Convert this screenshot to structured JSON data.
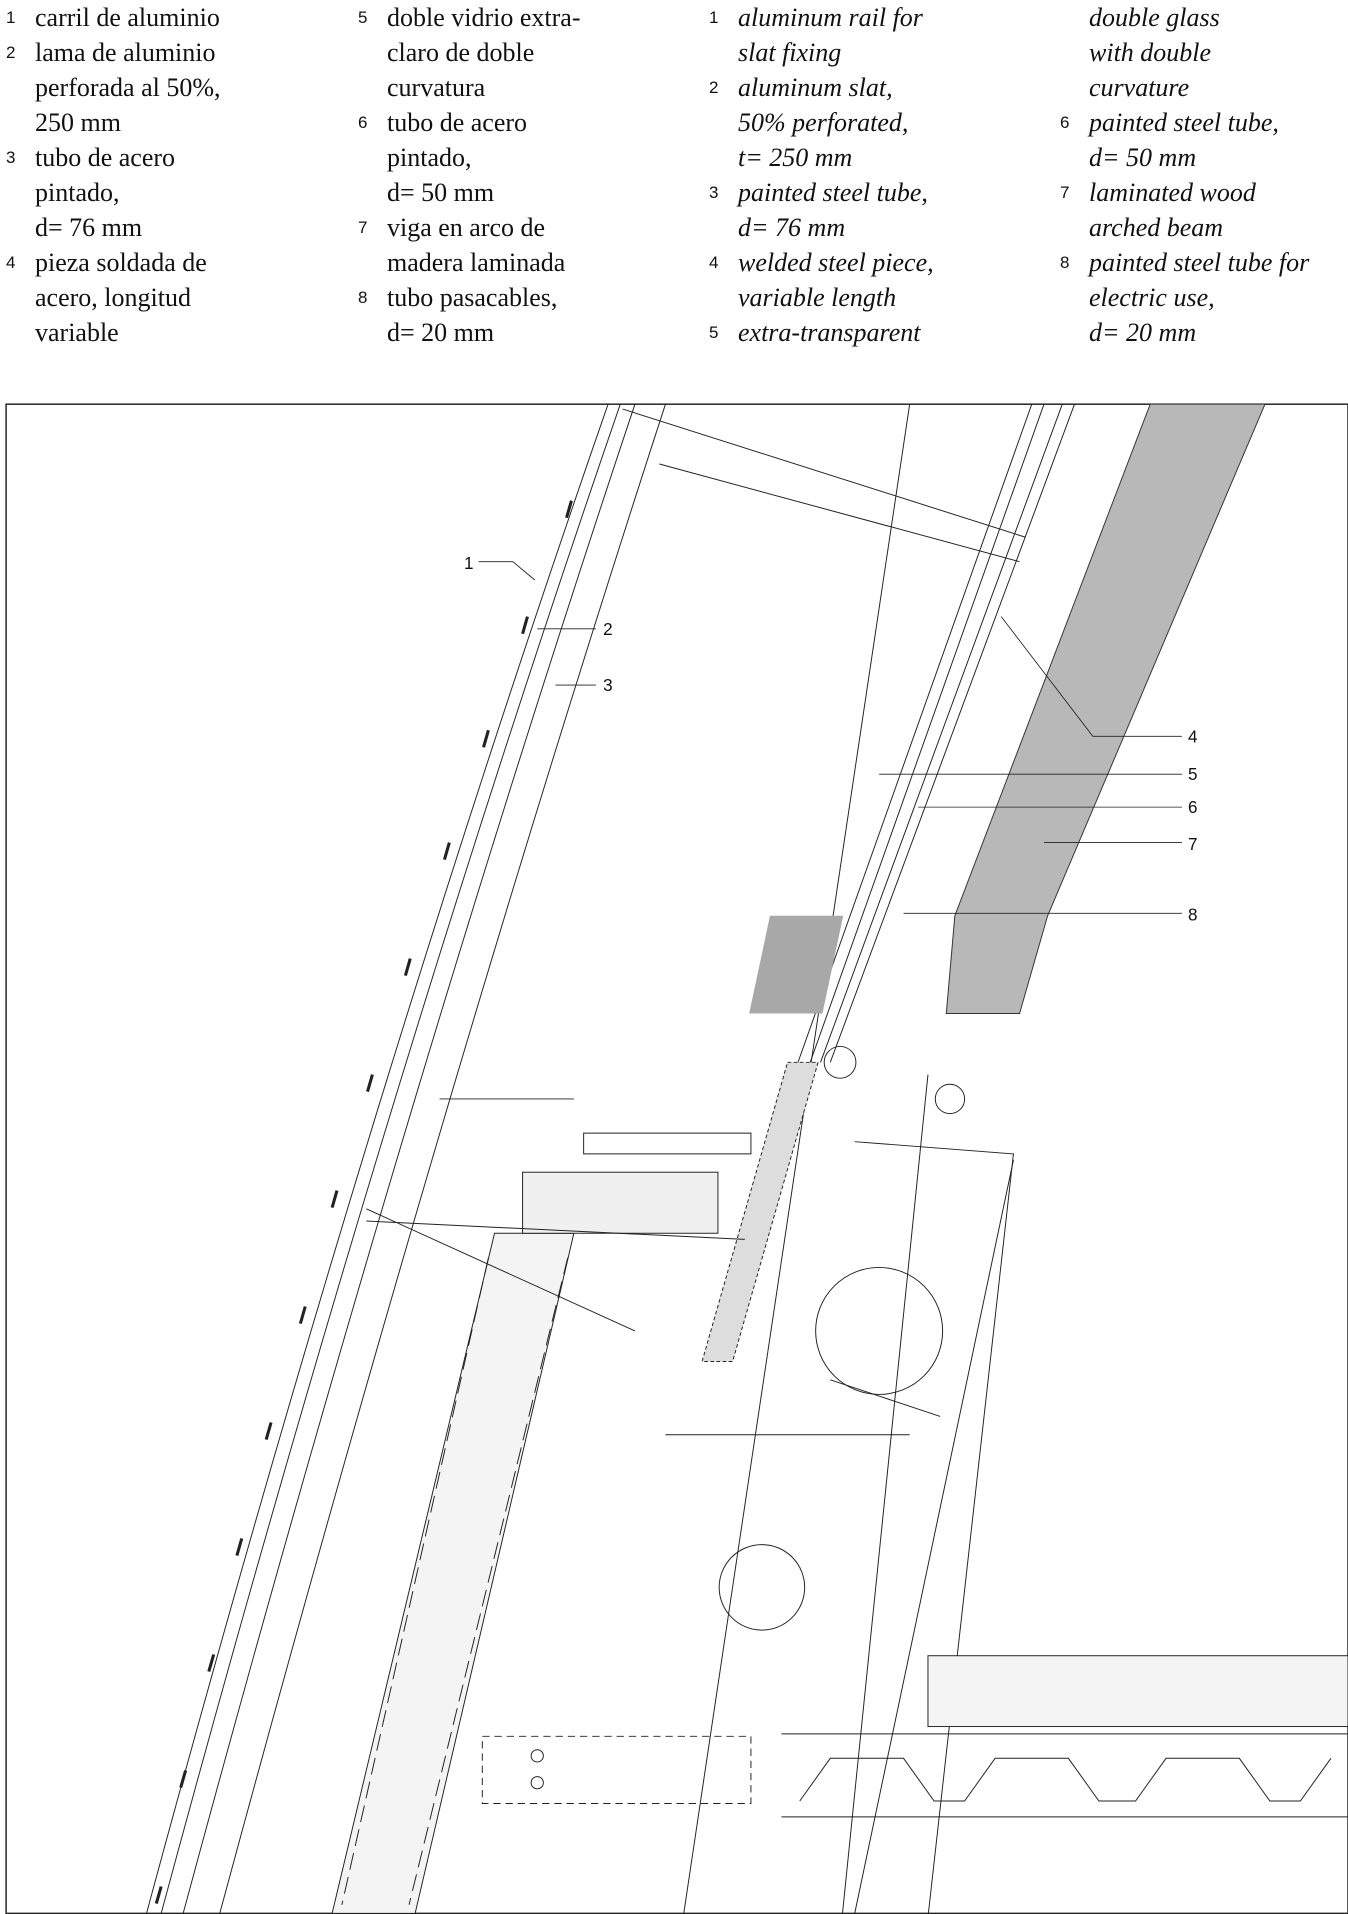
{
  "legend_es": [
    {
      "n": "1",
      "lines": [
        "carril de aluminio"
      ]
    },
    {
      "n": "2",
      "lines": [
        "lama de aluminio",
        "perforada al 50%,",
        "250 mm"
      ]
    },
    {
      "n": "3",
      "lines": [
        "tubo de acero",
        "pintado,",
        "d= 76 mm"
      ]
    },
    {
      "n": "4",
      "lines": [
        "pieza soldada de",
        "acero, longitud",
        "variable"
      ]
    },
    {
      "n": "5",
      "lines": [
        "doble vidrio extra-",
        "claro de doble",
        "curvatura"
      ]
    },
    {
      "n": "6",
      "lines": [
        "tubo de acero",
        "pintado,",
        "d= 50 mm"
      ]
    },
    {
      "n": "7",
      "lines": [
        "viga en arco de",
        "madera laminada"
      ]
    },
    {
      "n": "8",
      "lines": [
        "tubo pasacables,",
        "d= 20 mm"
      ]
    }
  ],
  "legend_en": [
    {
      "n": "1",
      "lines": [
        "aluminum rail for",
        "slat fixing"
      ]
    },
    {
      "n": "2",
      "lines": [
        "aluminum slat,",
        "50% perforated,",
        "t= 250 mm"
      ]
    },
    {
      "n": "3",
      "lines": [
        "painted steel tube,",
        "d= 76 mm"
      ]
    },
    {
      "n": "4",
      "lines": [
        "welded steel piece,",
        "variable length"
      ]
    },
    {
      "n": "5",
      "lines": [
        "extra-transparent",
        "double glass",
        "with double",
        "curvature"
      ]
    },
    {
      "n": "6",
      "lines": [
        "painted steel tube,",
        "d= 50 mm"
      ]
    },
    {
      "n": "7",
      "lines": [
        "laminated wood",
        "arched beam"
      ]
    },
    {
      "n": "8",
      "lines": [
        "painted steel tube for",
        "electric use,",
        "d= 20 mm"
      ]
    }
  ],
  "callouts": [
    "1",
    "2",
    "3",
    "4",
    "5",
    "6",
    "7",
    "8"
  ]
}
